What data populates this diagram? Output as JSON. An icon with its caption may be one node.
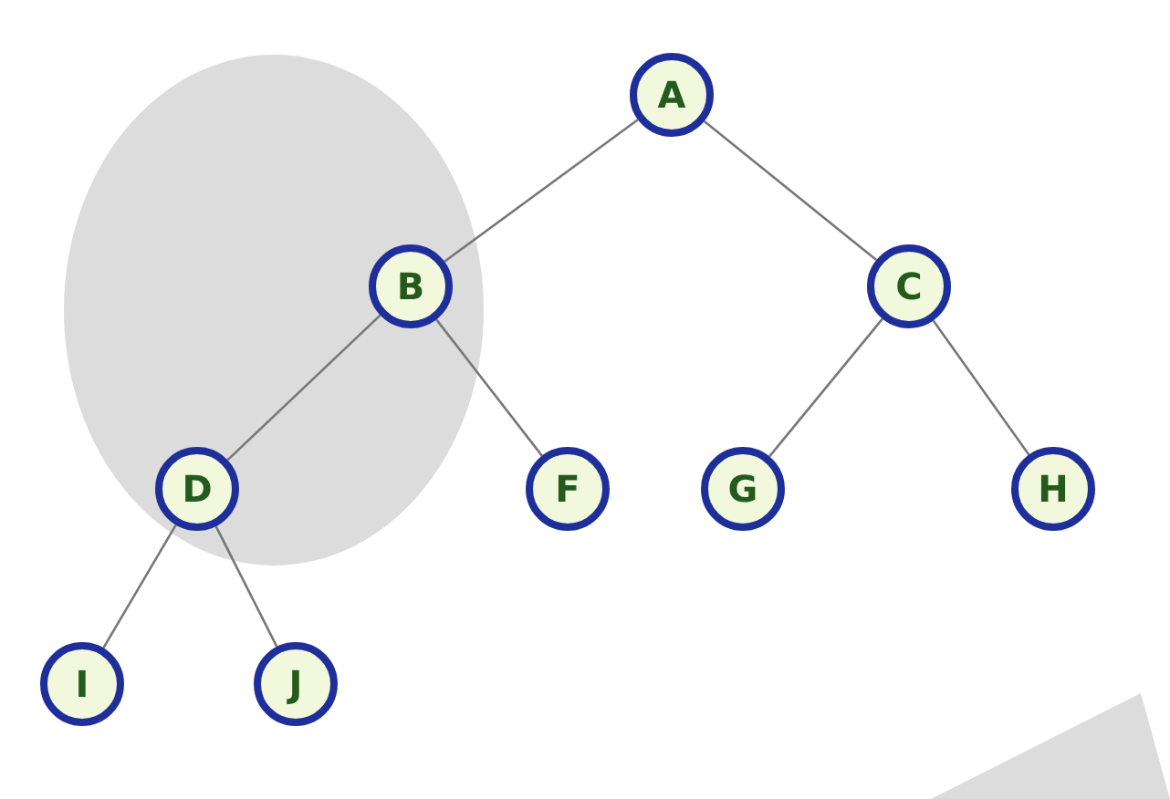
{
  "diagram": {
    "nodes": [
      {
        "text": [
          "A"
        ]
      },
      {
        "text": [
          "B"
        ]
      },
      {
        "text": [
          "C"
        ]
      },
      {
        "text": [
          "D"
        ]
      },
      {
        "text": [
          "F"
        ]
      },
      {
        "text": [
          "G"
        ]
      },
      {
        "text": [
          "H"
        ]
      },
      {
        "text": [
          "I"
        ]
      },
      {
        "text": [
          "J"
        ]
      }
    ],
    "edges": [
      {
        "from": 0,
        "to": 1,
        "arrow": "none"
      },
      {
        "from": 0,
        "to": 2,
        "arrow": "none"
      },
      {
        "from": 1,
        "to": 3,
        "arrow": "none"
      },
      {
        "from": 1,
        "to": 4,
        "arrow": "none"
      },
      {
        "from": 2,
        "to": 5,
        "arrow": "none"
      },
      {
        "from": 2,
        "to": 6,
        "arrow": "none"
      },
      {
        "from": 3,
        "to": 7,
        "arrow": "none"
      },
      {
        "from": 3,
        "to": 8,
        "arrow": "none"
      }
    ]
  }
}
